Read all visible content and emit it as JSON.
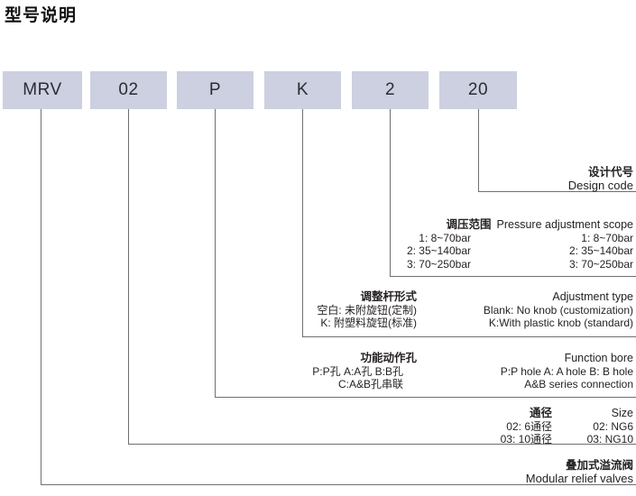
{
  "title": "型号说明",
  "colors": {
    "box_fill": "#ccd0e0",
    "line": "#6f6f6f",
    "text": "#231f20"
  },
  "code_boxes": [
    {
      "label": "MRV"
    },
    {
      "label": "02"
    },
    {
      "label": "P"
    },
    {
      "label": "K"
    },
    {
      "label": "2"
    },
    {
      "label": "20"
    }
  ],
  "groups": {
    "design_code": {
      "heading_cn": "设计代号",
      "heading_en": "Design code"
    },
    "pressure_scope": {
      "heading_cn": "调压范围",
      "heading_en": "Pressure adjustment scope",
      "rows_cn": [
        "1: 8~70bar",
        "2: 35~140bar",
        "3: 70~250bar"
      ],
      "rows_en": [
        "1: 8~70bar",
        "2: 35~140bar",
        "3: 70~250bar"
      ]
    },
    "adjustment_type": {
      "heading_cn": "调整杆形式",
      "heading_en": "Adjustment type",
      "rows_cn": [
        "空白: 未附旋钮(定制)",
        "K: 附塑料旋钮(标准)"
      ],
      "rows_en": [
        "Blank: No knob (customization)",
        "K:With plastic knob (standard)"
      ]
    },
    "function_bore": {
      "heading_cn": "功能动作孔",
      "heading_en": "Function bore",
      "rows_cn": [
        "P:P孔  A:A孔  B:B孔",
        "C:A&B孔串联"
      ],
      "rows_en": [
        "P:P hole   A: A hole   B: B hole",
        "A&B series connection"
      ]
    },
    "size": {
      "heading_cn": "通径",
      "heading_en": "Size",
      "rows_cn": [
        "02: 6通径",
        "03: 10通径"
      ],
      "rows_en": [
        "02: NG6",
        "03: NG10"
      ]
    },
    "product": {
      "heading_cn": "叠加式溢流阀",
      "heading_en": "Modular relief valves"
    }
  }
}
